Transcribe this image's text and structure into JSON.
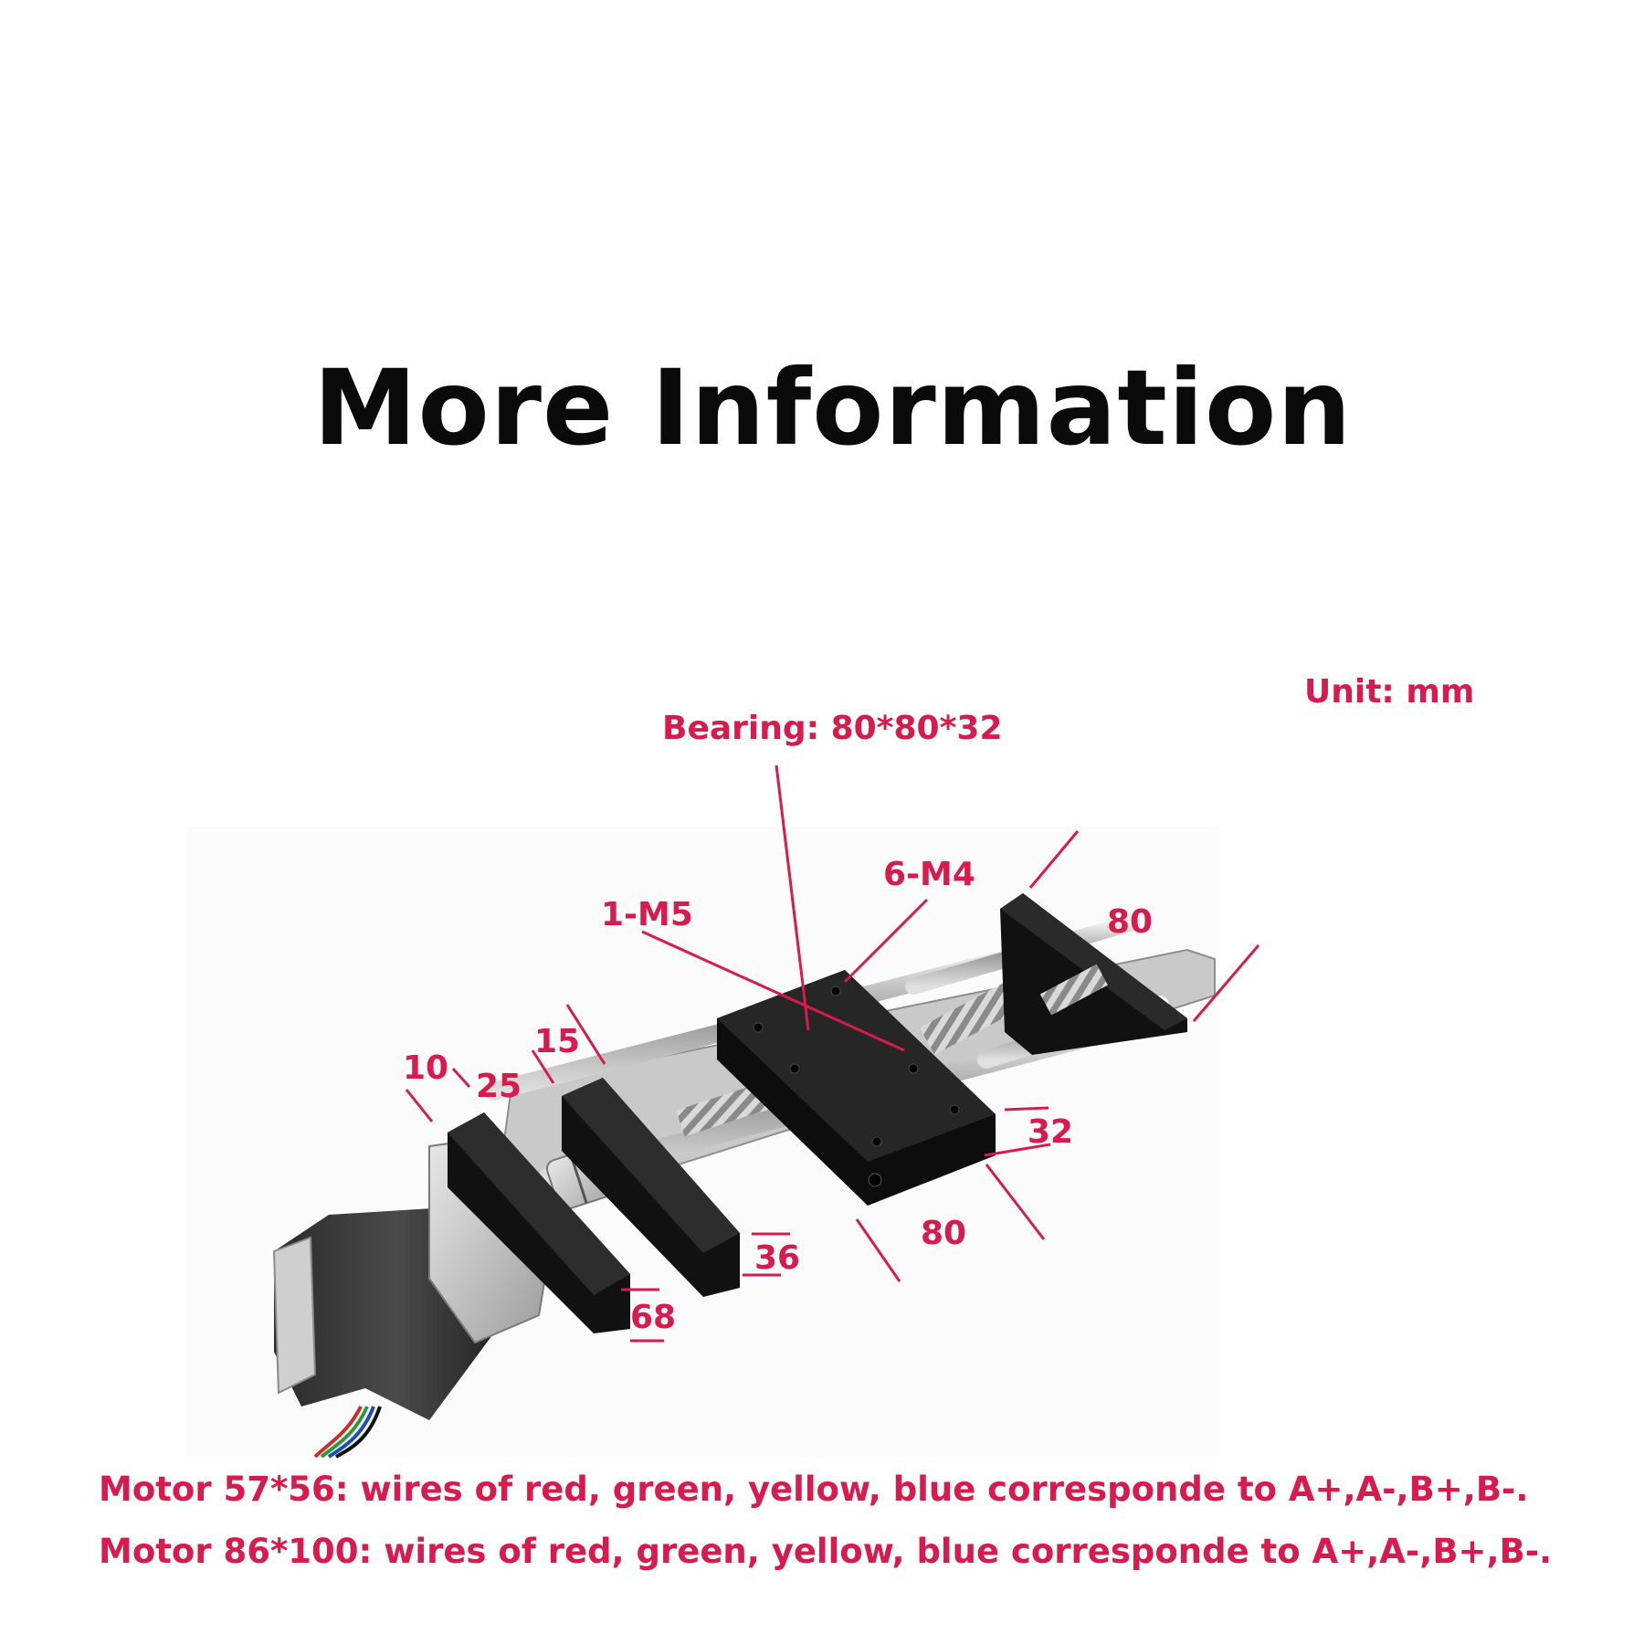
{
  "title": "More Information",
  "unit_label": "Unit: mm",
  "labels": {
    "bearing": "Bearing: 80*80*32",
    "m5": "1-M5",
    "m4": "6-M4",
    "end_width": "80",
    "d10": "10",
    "d25": "25",
    "d15": "15",
    "d32": "32",
    "slider_width": "80",
    "d36": "36",
    "d68": "68"
  },
  "notes": [
    "Motor 57*56: wires of red, green, yellow, blue corresponde to A+,A-,B+,B-.",
    "Motor 86*100: wires of red, green, yellow, blue corresponde to A+,A-,B+,B-."
  ],
  "colors": {
    "annotation": "#d81b4c",
    "title": "#0a0a0a"
  }
}
